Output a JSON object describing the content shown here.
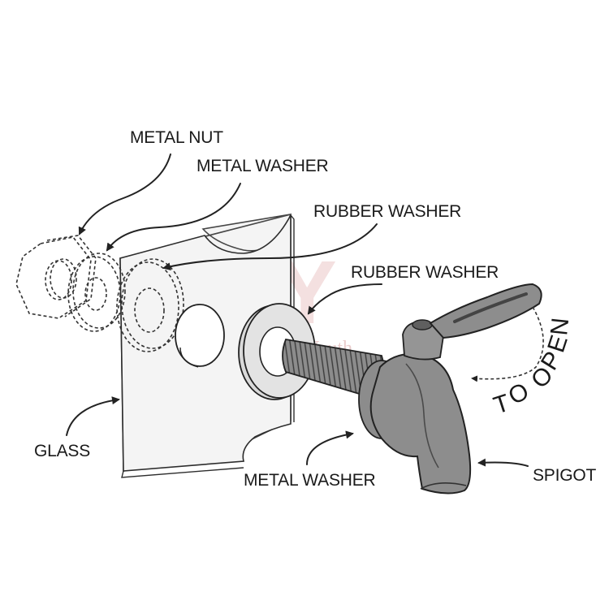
{
  "labels": {
    "metal_nut": "METAL NUT",
    "metal_washer_top": "METAL WASHER",
    "rubber_washer_1": "RUBBER WASHER",
    "rubber_washer_2": "RUBBER WASHER",
    "glass": "GLASS",
    "metal_washer_bottom": "METAL WASHER",
    "spigot": "SPIGOT"
  },
  "to_open": [
    "T",
    "O",
    "O",
    "P",
    "E",
    "N"
  ],
  "watermark": {
    "logo": "HY",
    "text": "Home & Youth"
  },
  "colors": {
    "ink": "#222222",
    "metal_fill": "#8a8a8a",
    "metal_dark": "#5f5f5f",
    "glass_fill": "#f2f2f2",
    "washer_fill": "#dcdcdc",
    "watermark": "#d9a5a5"
  }
}
